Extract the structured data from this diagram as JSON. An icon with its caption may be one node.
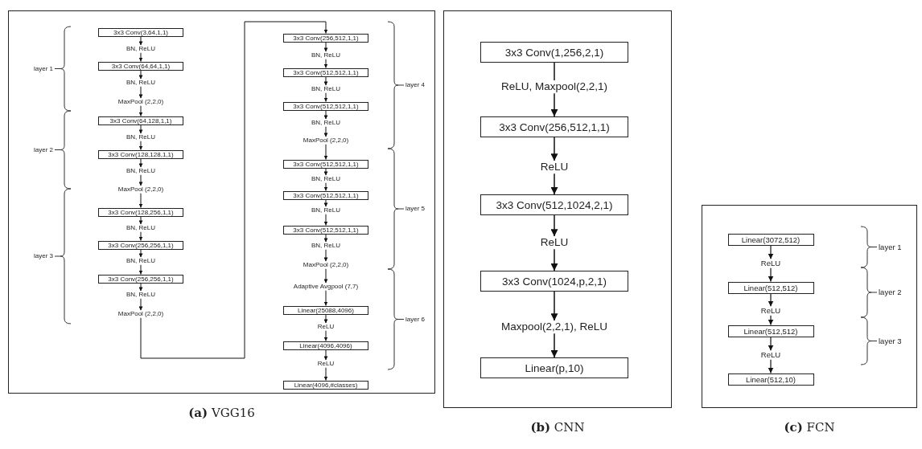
{
  "diagram": {
    "nodes": [
      {
        "text": [
          "**(a)** VGG16"
        ]
      },
      {
        "text": [
          "3x3 Conv(3,64,1,1)"
        ],
        "in": 0
      },
      {
        "text": [
          "BN, ReLU"
        ],
        "in": 0
      },
      {
        "text": [
          "3x3 Conv(64,64,1,1)"
        ],
        "in": 0
      },
      {
        "text": [
          "BN, ReLU"
        ],
        "in": 0
      },
      {
        "text": [
          "MaxPool (2,2,0)"
        ],
        "in": 0
      },
      {
        "text": [
          "3x3 Conv(64,128,1,1)"
        ],
        "in": 0
      },
      {
        "text": [
          "BN, ReLU"
        ],
        "in": 0
      },
      {
        "text": [
          "3x3 Conv(128,128,1,1)"
        ],
        "in": 0
      },
      {
        "text": [
          "BN, ReLU"
        ],
        "in": 0
      },
      {
        "text": [
          "MaxPool (2,2,0)"
        ],
        "in": 0
      },
      {
        "text": [
          "3x3 Conv(128,256,1,1)"
        ],
        "in": 0
      },
      {
        "text": [
          "BN, ReLU"
        ],
        "in": 0
      },
      {
        "text": [
          "3x3 Conv(256,256,1,1)"
        ],
        "in": 0
      },
      {
        "text": [
          "BN, ReLU"
        ],
        "in": 0
      },
      {
        "text": [
          "3x3 Conv(256,256,1,1)"
        ],
        "in": 0
      },
      {
        "text": [
          "BN, ReLU"
        ],
        "in": 0
      },
      {
        "text": [
          "MaxPool (2,2,0)"
        ],
        "in": 0
      },
      {
        "text": [
          "3x3 Conv(256,512,1,1)"
        ],
        "in": 0
      },
      {
        "text": [
          "BN, ReLU"
        ],
        "in": 0
      },
      {
        "text": [
          "3x3 Conv(512,512,1,1)"
        ],
        "in": 0
      },
      {
        "text": [
          "BN, ReLU"
        ],
        "in": 0
      },
      {
        "text": [
          "3x3 Conv(512,512,1,1)"
        ],
        "in": 0
      },
      {
        "text": [
          "BN, ReLU"
        ],
        "in": 0
      },
      {
        "text": [
          "MaxPool (2,2,0)"
        ],
        "in": 0
      },
      {
        "text": [
          "3x3 Conv(512,512,1,1)"
        ],
        "in": 0
      },
      {
        "text": [
          "BN, ReLU"
        ],
        "in": 0
      },
      {
        "text": [
          "3x3 Conv(512,512,1,1)"
        ],
        "in": 0
      },
      {
        "text": [
          "BN, ReLU"
        ],
        "in": 0
      },
      {
        "text": [
          "3x3 Conv(512,512,1,1)"
        ],
        "in": 0
      },
      {
        "text": [
          "BN, ReLU"
        ],
        "in": 0
      },
      {
        "text": [
          "MaxPool (2,2,0)"
        ],
        "in": 0
      },
      {
        "text": [
          "Adaptive Avgpool (7,7)"
        ],
        "in": 0
      },
      {
        "text": [
          "Linear(25088,4096)"
        ],
        "in": 0
      },
      {
        "text": [
          "ReLU"
        ],
        "in": 0
      },
      {
        "text": [
          "Linear(4096,4096)"
        ],
        "in": 0
      },
      {
        "text": [
          "ReLU"
        ],
        "in": 0
      },
      {
        "text": [
          "Linear(4096,#classes)"
        ],
        "in": 0
      },
      {
        "text": [
          "**(b)** CNN"
        ]
      },
      {
        "text": [
          "3x3 Conv(1,256,2,1)"
        ],
        "in": 38
      },
      {
        "text": [
          "ReLU, Maxpool(2,2,1)"
        ],
        "in": 38
      },
      {
        "text": [
          "3x3 Conv(256,512,1,1)"
        ],
        "in": 38
      },
      {
        "text": [
          "ReLU"
        ],
        "in": 38
      },
      {
        "text": [
          "3x3 Conv(512,1024,2,1)"
        ],
        "in": 38
      },
      {
        "text": [
          "ReLU"
        ],
        "in": 38
      },
      {
        "text": [
          "3x3 Conv(1024,p,2,1)"
        ],
        "in": 38
      },
      {
        "text": [
          "Maxpool(2,2,1), ReLU"
        ],
        "in": 38
      },
      {
        "text": [
          "Linear(p,10)"
        ],
        "in": 38
      },
      {
        "text": [
          "**(c)** FCN"
        ]
      },
      {
        "text": [
          "Linear(3072,512)"
        ],
        "in": 48
      },
      {
        "text": [
          "ReLU"
        ],
        "in": 48
      },
      {
        "text": [
          "Linear(512,512)"
        ],
        "in": 48
      },
      {
        "text": [
          "ReLU"
        ],
        "in": 48
      },
      {
        "text": [
          "Linear(512,512)"
        ],
        "in": 48
      },
      {
        "text": [
          "ReLU"
        ],
        "in": 48
      },
      {
        "text": [
          "Linear(512,10)"
        ],
        "in": 48
      }
    ],
    "edges": [
      {
        "from": 1,
        "to": 2,
        "arrow": "to"
      },
      {
        "from": 2,
        "to": 3,
        "arrow": "to"
      },
      {
        "from": 3,
        "to": 4,
        "arrow": "to"
      },
      {
        "from": 4,
        "to": 5,
        "arrow": "to"
      },
      {
        "from": 5,
        "to": 6,
        "arrow": "to"
      },
      {
        "from": 6,
        "to": 7,
        "arrow": "to"
      },
      {
        "from": 7,
        "to": 8,
        "arrow": "to"
      },
      {
        "from": 8,
        "to": 9,
        "arrow": "to"
      },
      {
        "from": 9,
        "to": 10,
        "arrow": "to"
      },
      {
        "from": 10,
        "to": 11,
        "arrow": "to"
      },
      {
        "from": 11,
        "to": 12,
        "arrow": "to"
      },
      {
        "from": 12,
        "to": 13,
        "arrow": "to"
      },
      {
        "from": 13,
        "to": 14,
        "arrow": "to"
      },
      {
        "from": 14,
        "to": 15,
        "arrow": "to"
      },
      {
        "from": 15,
        "to": 16,
        "arrow": "to"
      },
      {
        "from": 16,
        "to": 17,
        "arrow": "to"
      },
      {
        "from": 17,
        "to": 18,
        "arrow": "to"
      },
      {
        "from": 18,
        "to": 19,
        "arrow": "to"
      },
      {
        "from": 19,
        "to": 20,
        "arrow": "to"
      },
      {
        "from": 20,
        "to": 21,
        "arrow": "to"
      },
      {
        "from": 21,
        "to": 22,
        "arrow": "to"
      },
      {
        "from": 22,
        "to": 23,
        "arrow": "to"
      },
      {
        "from": 23,
        "to": 24,
        "arrow": "to"
      },
      {
        "from": 24,
        "to": 25,
        "arrow": "to"
      },
      {
        "from": 25,
        "to": 26,
        "arrow": "to"
      },
      {
        "from": 26,
        "to": 27,
        "arrow": "to"
      },
      {
        "from": 27,
        "to": 28,
        "arrow": "to"
      },
      {
        "from": 28,
        "to": 29,
        "arrow": "to"
      },
      {
        "from": 29,
        "to": 30,
        "arrow": "to"
      },
      {
        "from": 30,
        "to": 31,
        "arrow": "to"
      },
      {
        "from": 31,
        "to": 32,
        "arrow": "to"
      },
      {
        "from": 32,
        "to": 33,
        "arrow": "to"
      },
      {
        "from": 33,
        "to": 34,
        "arrow": "to"
      },
      {
        "from": 34,
        "to": 35,
        "arrow": "to"
      },
      {
        "from": 35,
        "to": 36,
        "arrow": "to"
      },
      {
        "from": 36,
        "to": 37,
        "arrow": "to"
      },
      {
        "from": 39,
        "to": 40,
        "arrow": "none"
      },
      {
        "from": 40,
        "to": 41,
        "arrow": "to"
      },
      {
        "from": 41,
        "to": 42,
        "arrow": "to"
      },
      {
        "from": 42,
        "to": 43,
        "arrow": "to"
      },
      {
        "from": 43,
        "to": 44,
        "arrow": "to"
      },
      {
        "from": 44,
        "to": 45,
        "arrow": "to"
      },
      {
        "from": 45,
        "to": 46,
        "arrow": "to"
      },
      {
        "from": 46,
        "to": 47,
        "arrow": "to"
      },
      {
        "from": 49,
        "to": 50,
        "arrow": "to"
      },
      {
        "from": 50,
        "to": 51,
        "arrow": "to"
      },
      {
        "from": 51,
        "to": 52,
        "arrow": "to"
      },
      {
        "from": 52,
        "to": 53,
        "arrow": "to"
      },
      {
        "from": 53,
        "to": 54,
        "arrow": "to"
      },
      {
        "from": 54,
        "to": 55,
        "arrow": "to"
      }
    ],
    "labels": [
      "layer 1",
      "layer 2",
      "layer 3",
      "layer 4",
      "layer 5",
      "layer 6",
      "layer 1",
      "layer 2",
      "layer 3"
    ]
  }
}
